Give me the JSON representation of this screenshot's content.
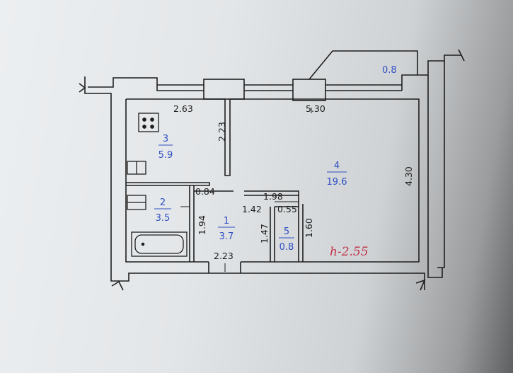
{
  "plan": {
    "dimensions": {
      "kitchen_width": "2.63",
      "main_width": "5.30",
      "kitchen_depth": "2.23",
      "main_depth": "4.30",
      "bath_side": "1.94",
      "bath_small": "0.84",
      "hall_width": "1.98",
      "hall_inner": "1.42",
      "wc_width": "0.55",
      "hall_depth": "1.47",
      "wc_depth": "1.60",
      "hall_bottom": "2.23"
    },
    "balcony_area": "0.8",
    "rooms": [
      {
        "number": "3",
        "area": "5.9"
      },
      {
        "number": "4",
        "area": "19.6"
      },
      {
        "number": "2",
        "area": "3.5"
      },
      {
        "number": "1",
        "area": "3.7"
      },
      {
        "number": "5",
        "area": "0.8"
      }
    ],
    "ceiling_height": "h-2.55"
  },
  "colors": {
    "wall": "#1e1e1e",
    "room_label": "#2f4fc4",
    "height_label": "#c4324a"
  }
}
